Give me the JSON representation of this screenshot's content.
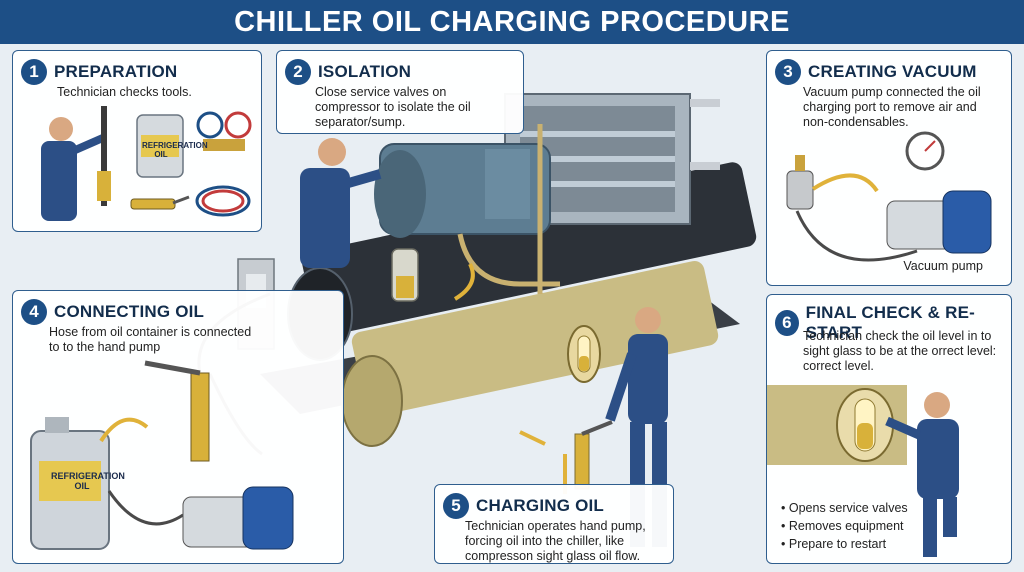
{
  "title": "CHILLER OIL CHARGING PROCEDURE",
  "colors": {
    "banner": "#1d4f86",
    "panel_border": "#2f5e8e",
    "number_badge": "#1d4f86",
    "technician": "#2c4f86",
    "oil": "#d8b13a",
    "arrow": "#e0b23a"
  },
  "steps": [
    {
      "number": "1",
      "title": "PREPARATION",
      "description": "Technician checks tools.",
      "items": {
        "jug_label": "REFRIGERATION OIL"
      }
    },
    {
      "number": "2",
      "title": "ISOLATION",
      "description": "Close service valves on compressor to isolate the oil separator/sump."
    },
    {
      "number": "3",
      "title": "CREATING VACUUM",
      "description": "Vacuum pump connected the oil charging port to remove air and non-condensables.",
      "label": "Vacuum pump"
    },
    {
      "number": "4",
      "title": "CONNECTING OIL",
      "description": "Hose from oil container is connected to to the hand pump",
      "jug_label": "REFRIGERATION OIL"
    },
    {
      "number": "5",
      "title": "CHARGING OIL",
      "description": "Technician operates hand pump, forcing oil into the chiller, like compresson sight glass oil flow."
    },
    {
      "number": "6",
      "title": "FINAL CHECK & RE-START",
      "description": "Technician check the oil level in to sight glass to be at the orrect level: correct level.",
      "bullets": [
        "Opens service valves",
        "Removes equipment",
        "Prepare to restart"
      ]
    }
  ]
}
